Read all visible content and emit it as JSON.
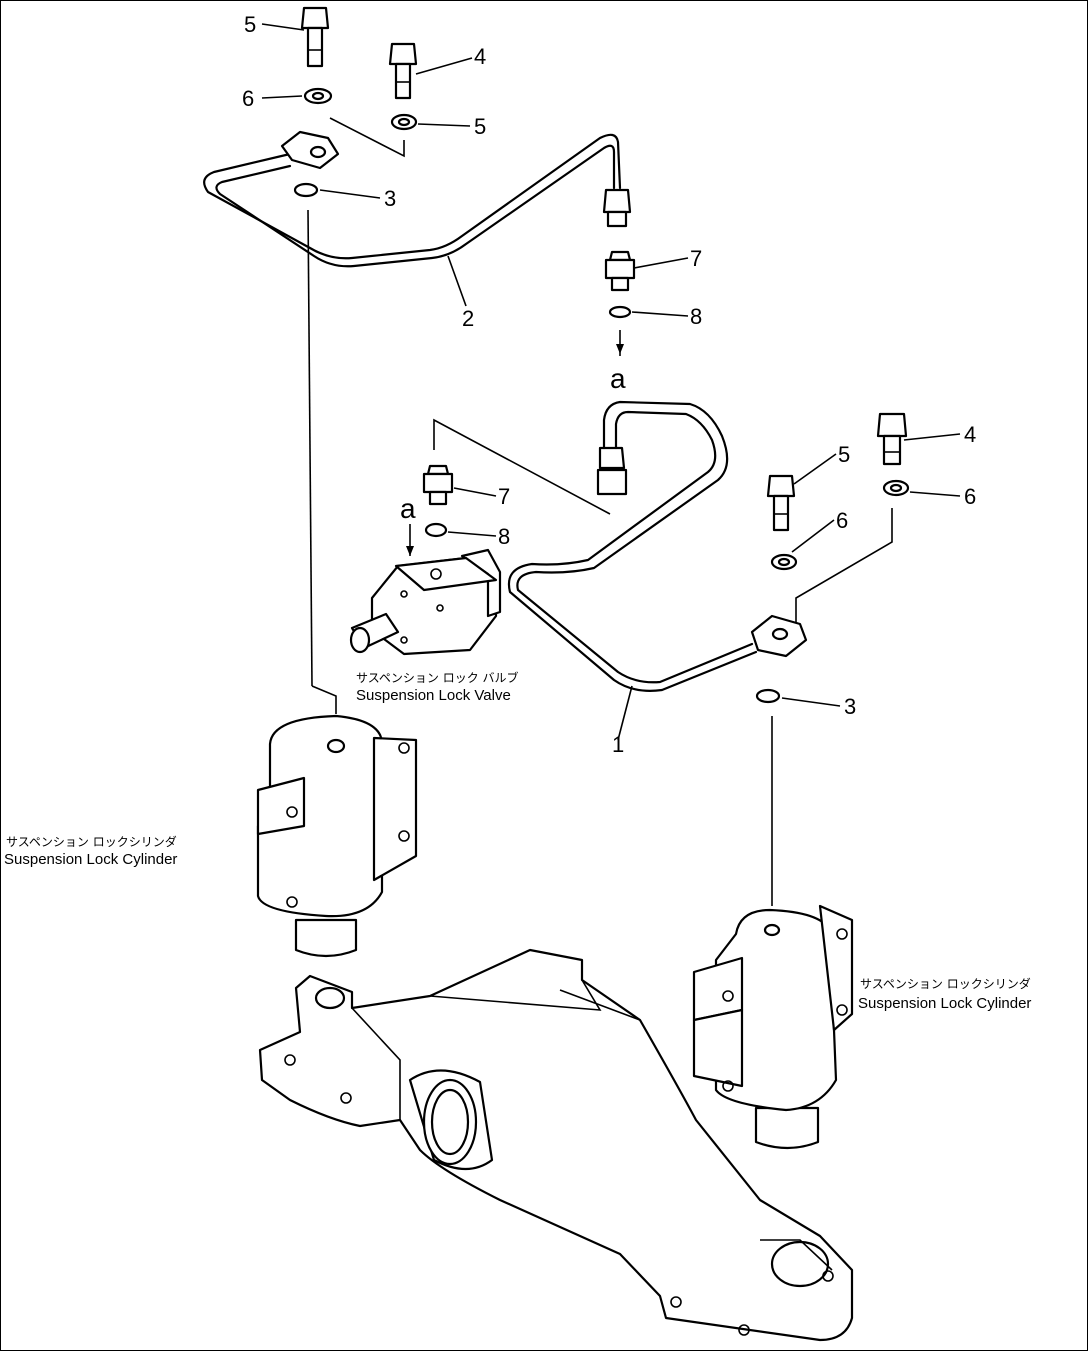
{
  "callouts": {
    "c1": "1",
    "c2": "2",
    "c3a": "3",
    "c3b": "3",
    "c4a": "4",
    "c4b": "4",
    "c5a": "5",
    "c5b": "5",
    "c5c": "5",
    "c6a": "6",
    "c6b": "6",
    "c6c": "6",
    "c7a": "7",
    "c7b": "7",
    "c8a": "8",
    "c8b": "8",
    "a1": "a",
    "a2": "a"
  },
  "labels": {
    "valve_jp": "サスペンション ロック バルブ",
    "valve_en": "Suspension Lock Valve",
    "cyl_left_jp": "サスペンション ロックシリンダ",
    "cyl_left_en": "Suspension Lock  Cylinder",
    "cyl_right_jp": "サスペンション ロックシリンダ",
    "cyl_right_en": "Suspension Lock  Cylinder"
  }
}
